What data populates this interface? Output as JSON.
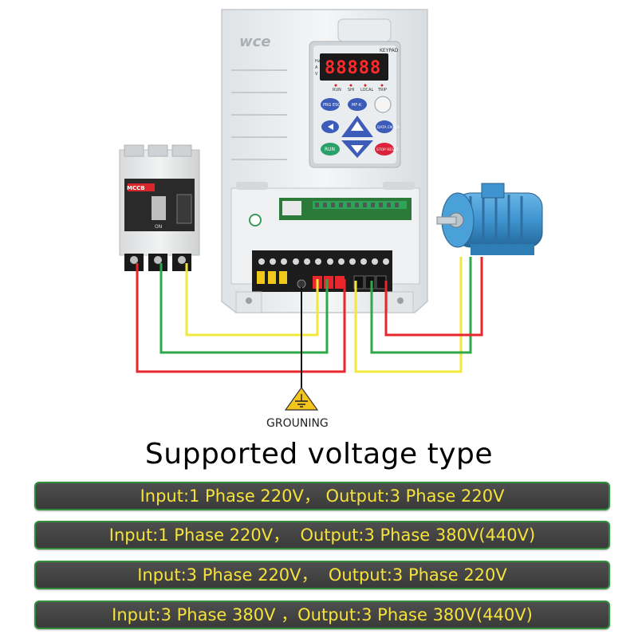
{
  "diagram": {
    "brand": "wce",
    "keypad_label": "KEYPAD",
    "display_digits": "88888",
    "status_leds": [
      "RUN",
      "SHI",
      "LOCAL",
      "TRIP"
    ],
    "unit_leds": [
      "Hz",
      "A",
      "V"
    ],
    "keys": {
      "prg": "PRG ESC",
      "mk": "MF-K",
      "data": "DATA ENTER",
      "run": "RUN",
      "stop": "STOP RESET"
    },
    "breaker_label": "MCCB",
    "breaker_switch": "ON",
    "ground_label": "GROUNING"
  },
  "heading": "Supported voltage type",
  "voltage_options": [
    "Input:1 Phase 220V， Output:3 Phase 220V",
    "Input:1 Phase 220V，  Output:3 Phase 380V(440V)",
    "Input:3 Phase 220V，  Output:3 Phase 220V",
    "Input:3 Phase 380V ，Output:3 Phase 380V(440V)"
  ],
  "colors": {
    "wire_red": "#e8262b",
    "wire_green": "#2fa84a",
    "wire_yellow": "#f2e83c",
    "wire_black": "#111111",
    "box_text": "#f5e23a",
    "box_border": "#2f8f3a",
    "motor": "#3f94cf",
    "display_red": "#ff2a2a"
  }
}
